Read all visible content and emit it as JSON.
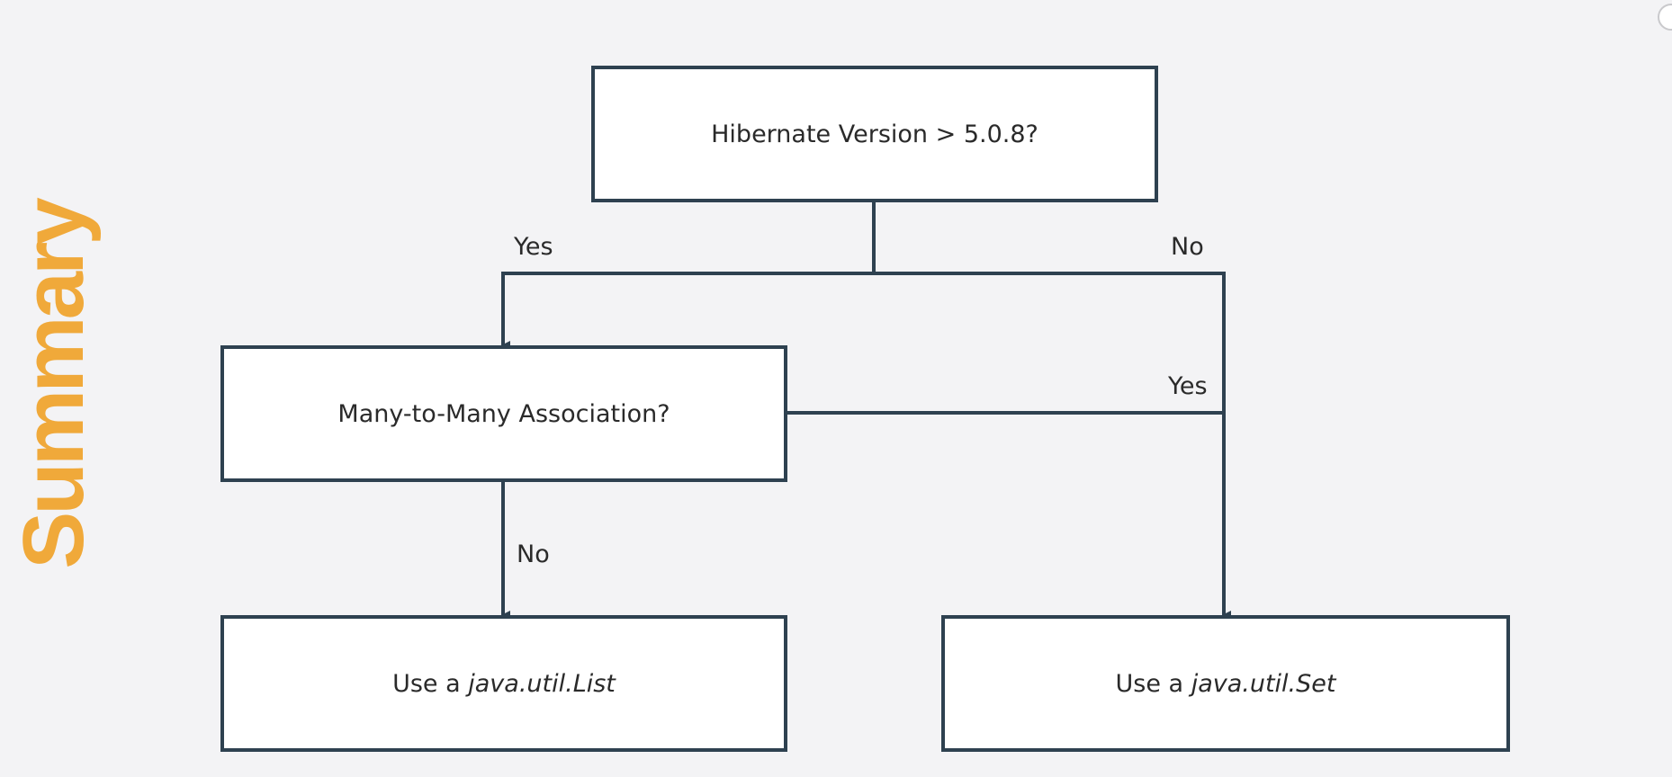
{
  "slide": {
    "title": "Summary"
  },
  "nodes": {
    "version_question": "Hibernate Version > 5.0.8?",
    "association_question": "Many-to-Many Association?",
    "list_prefix": "Use a ",
    "list_type": "java.util.List",
    "set_prefix": "Use a ",
    "set_type": "java.util.Set"
  },
  "edges": {
    "version_yes": "Yes",
    "version_no": "No",
    "association_yes": "Yes",
    "association_no": "No"
  },
  "colors": {
    "title_accent": "#f0a93a",
    "line": "#2e4150",
    "background": "#f3f3f5"
  }
}
